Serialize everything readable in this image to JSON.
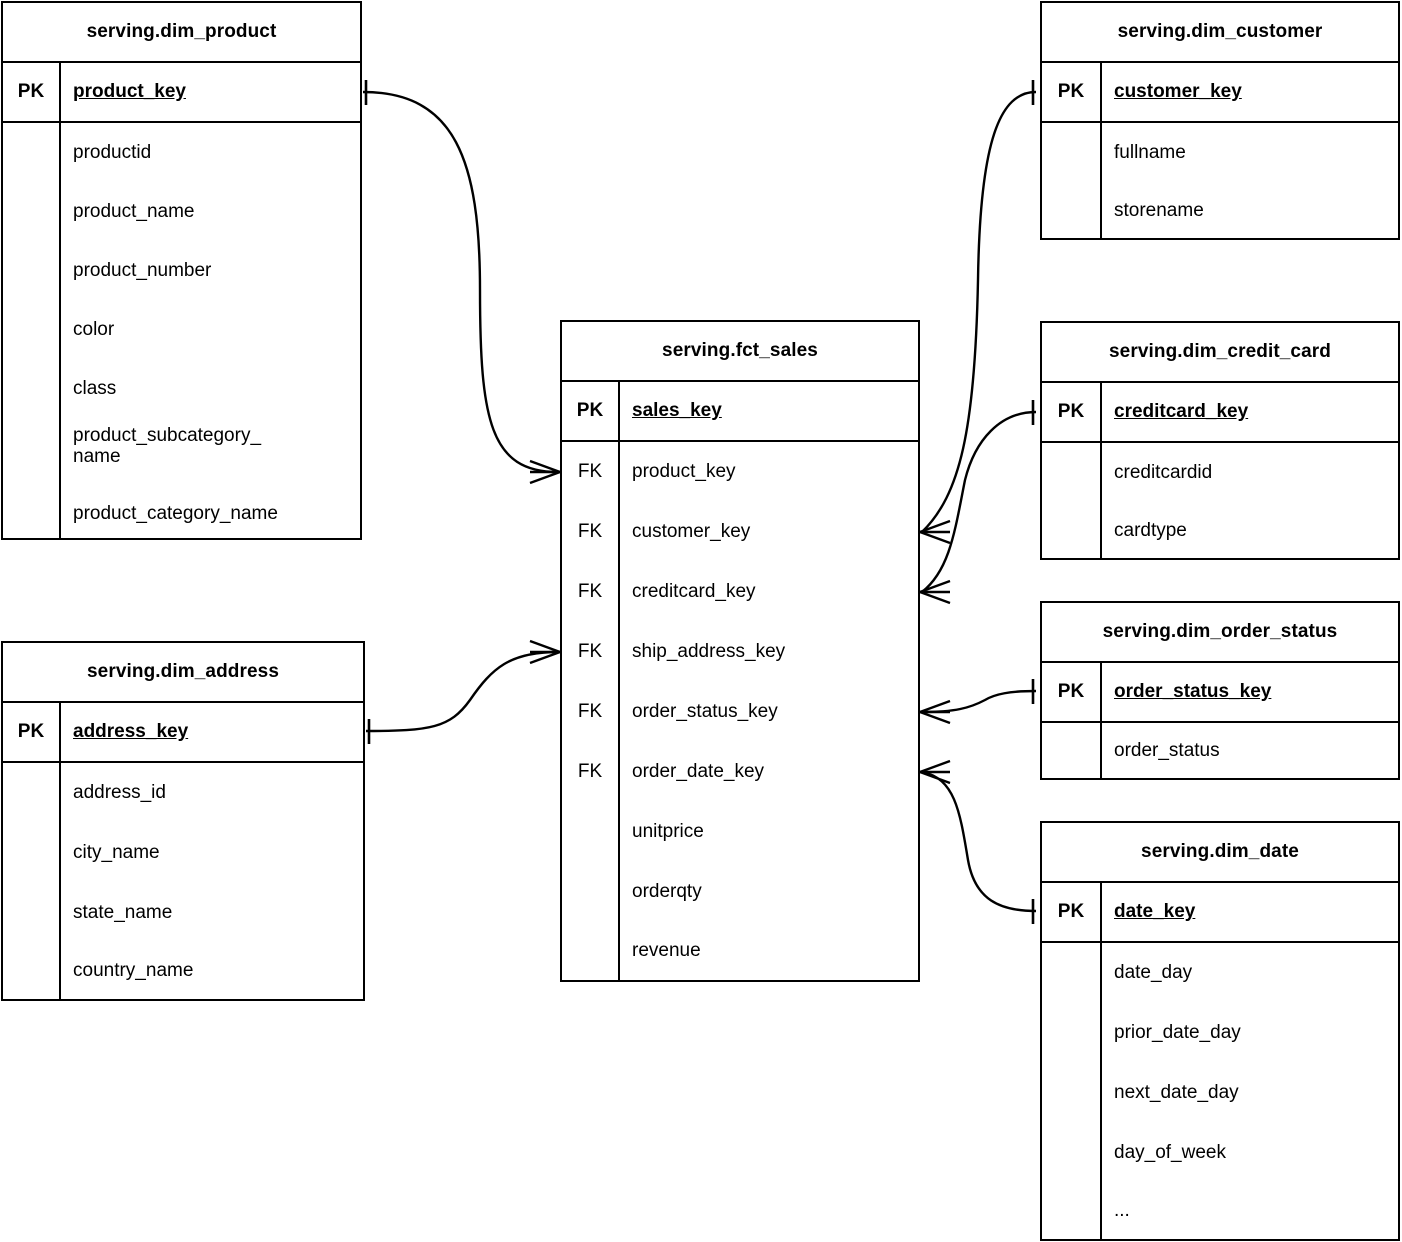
{
  "diagram": {
    "type": "er-diagram",
    "notation": "crow-foot",
    "background_color": "#ffffff",
    "line_color": "#000000"
  },
  "entities": {
    "dim_product": {
      "title": "serving.dim_product",
      "pk_label": "PK",
      "pk_field": "product_key",
      "attributes": [
        "productid",
        "product_name",
        "product_number",
        "color",
        "class",
        "product_subcategory_",
        "name",
        "product_category_name"
      ]
    },
    "dim_address": {
      "title": "serving.dim_address",
      "pk_label": "PK",
      "pk_field": "address_key",
      "attributes": [
        "address_id",
        "city_name",
        "state_name",
        "country_name"
      ]
    },
    "fct_sales": {
      "title": "serving.fct_sales",
      "pk_label": "PK",
      "pk_field": "sales_key",
      "fk_label": "FK",
      "columns": [
        {
          "key": "FK",
          "name": "product_key"
        },
        {
          "key": "FK",
          "name": "customer_key"
        },
        {
          "key": "FK",
          "name": "creditcard_key"
        },
        {
          "key": "FK",
          "name": "ship_address_key"
        },
        {
          "key": "FK",
          "name": "order_status_key"
        },
        {
          "key": "FK",
          "name": "order_date_key"
        },
        {
          "key": "",
          "name": "unitprice"
        },
        {
          "key": "",
          "name": "orderqty"
        },
        {
          "key": "",
          "name": "revenue"
        }
      ]
    },
    "dim_customer": {
      "title": "serving.dim_customer",
      "pk_label": "PK",
      "pk_field": "customer_key",
      "attributes": [
        "fullname",
        "storename"
      ]
    },
    "dim_credit_card": {
      "title": "serving.dim_credit_card",
      "pk_label": "PK",
      "pk_field": "creditcard_key",
      "attributes": [
        "creditcardid",
        "cardtype"
      ]
    },
    "dim_order_status": {
      "title": "serving.dim_order_status",
      "pk_label": "PK",
      "pk_field": "order_status_key",
      "attributes": [
        "order_status"
      ]
    },
    "dim_date": {
      "title": "serving.dim_date",
      "pk_label": "PK",
      "pk_field": "date_key",
      "attributes": [
        "date_day",
        "prior_date_day",
        "next_date_day",
        "day_of_week",
        "..."
      ]
    }
  },
  "relationships": [
    {
      "name": "product-to-sales",
      "from": "dim_product.product_key",
      "to": "fct_sales.product_key",
      "from_cardinality": "one",
      "to_cardinality": "many"
    },
    {
      "name": "address-to-sales",
      "from": "dim_address.address_key",
      "to": "fct_sales.ship_address_key",
      "from_cardinality": "one",
      "to_cardinality": "many"
    },
    {
      "name": "customer-to-sales",
      "from": "dim_customer.customer_key",
      "to": "fct_sales.customer_key",
      "from_cardinality": "one",
      "to_cardinality": "many"
    },
    {
      "name": "creditcard-to-sales",
      "from": "dim_credit_card.creditcard_key",
      "to": "fct_sales.creditcard_key",
      "from_cardinality": "one",
      "to_cardinality": "many"
    },
    {
      "name": "orderstatus-to-sales",
      "from": "dim_order_status.order_status_key",
      "to": "fct_sales.order_status_key",
      "from_cardinality": "one",
      "to_cardinality": "many"
    },
    {
      "name": "date-to-sales",
      "from": "dim_date.date_key",
      "to": "fct_sales.order_date_key",
      "from_cardinality": "one",
      "to_cardinality": "many"
    }
  ]
}
